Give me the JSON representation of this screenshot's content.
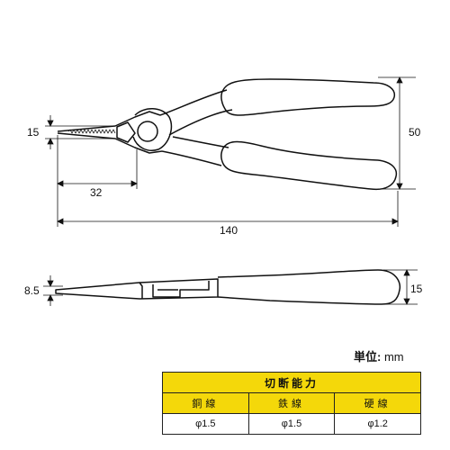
{
  "dimensions": {
    "tip_width": "15",
    "handle_span": "50",
    "jaw_length": "32",
    "overall_length": "140",
    "tip_thickness": "8.5",
    "handle_thickness": "15"
  },
  "unit": {
    "label": "単位:",
    "value": "mm"
  },
  "cutting_capacity": {
    "title": "切断能力",
    "columns": [
      "銅線",
      "鉄線",
      "硬線"
    ],
    "values": [
      "φ1.5",
      "φ1.5",
      "φ1.2"
    ]
  },
  "colors": {
    "table_header": "#f4d80a",
    "lines": "#111111"
  }
}
